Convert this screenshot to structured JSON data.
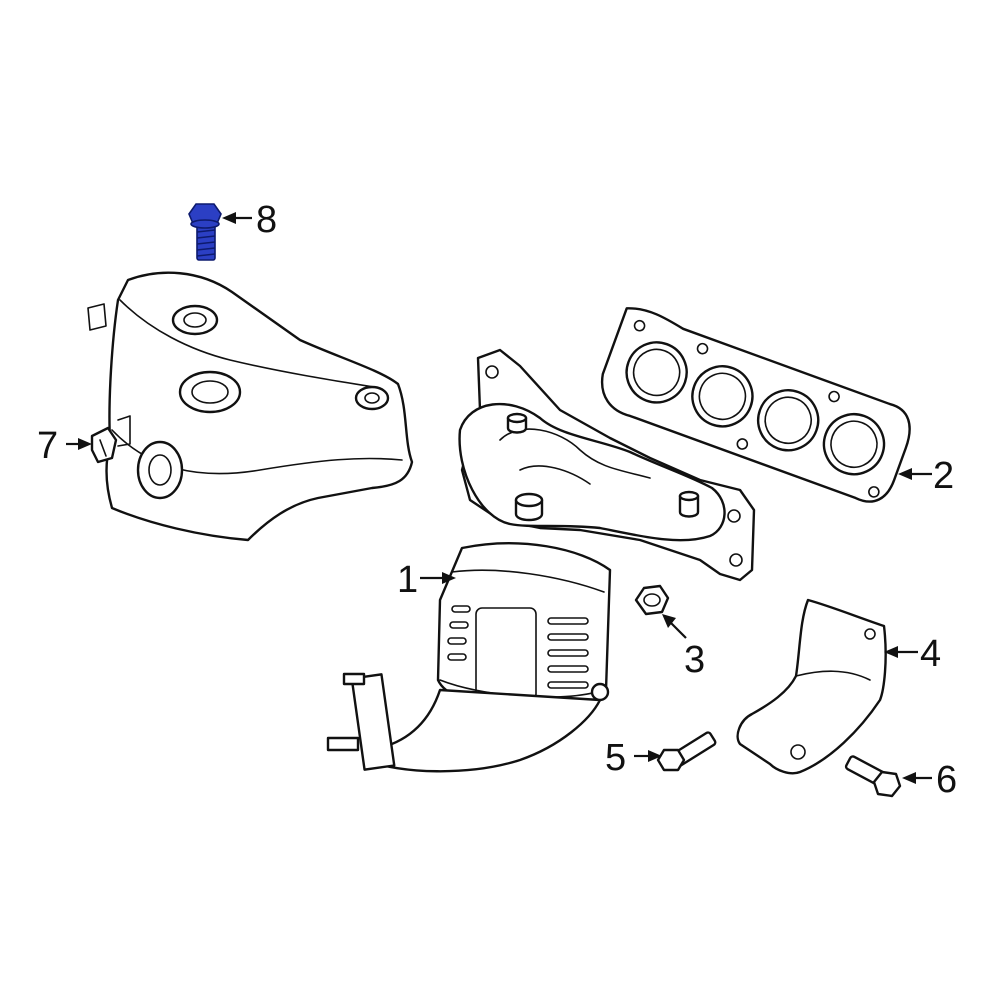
{
  "diagram": {
    "highlight_color": "#2b3fc4",
    "line_color": "#111111",
    "callouts": [
      {
        "id": "1",
        "label": "1"
      },
      {
        "id": "2",
        "label": "2"
      },
      {
        "id": "3",
        "label": "3"
      },
      {
        "id": "4",
        "label": "4"
      },
      {
        "id": "5",
        "label": "5"
      },
      {
        "id": "6",
        "label": "6"
      },
      {
        "id": "7",
        "label": "7"
      },
      {
        "id": "8",
        "label": "8"
      }
    ]
  }
}
